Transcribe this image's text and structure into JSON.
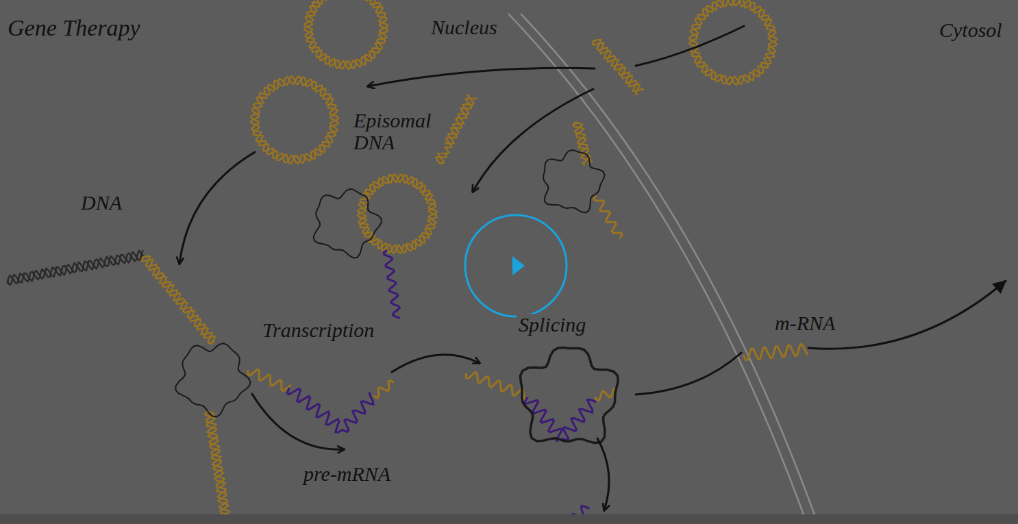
{
  "diagram": {
    "title": "Gene Therapy",
    "labels": [
      "Nucleus",
      "Cytosol",
      "Episomal DNA",
      "DNA",
      "Transcription",
      "pre-mRNA",
      "Splicing",
      "m-RNA"
    ]
  }
}
